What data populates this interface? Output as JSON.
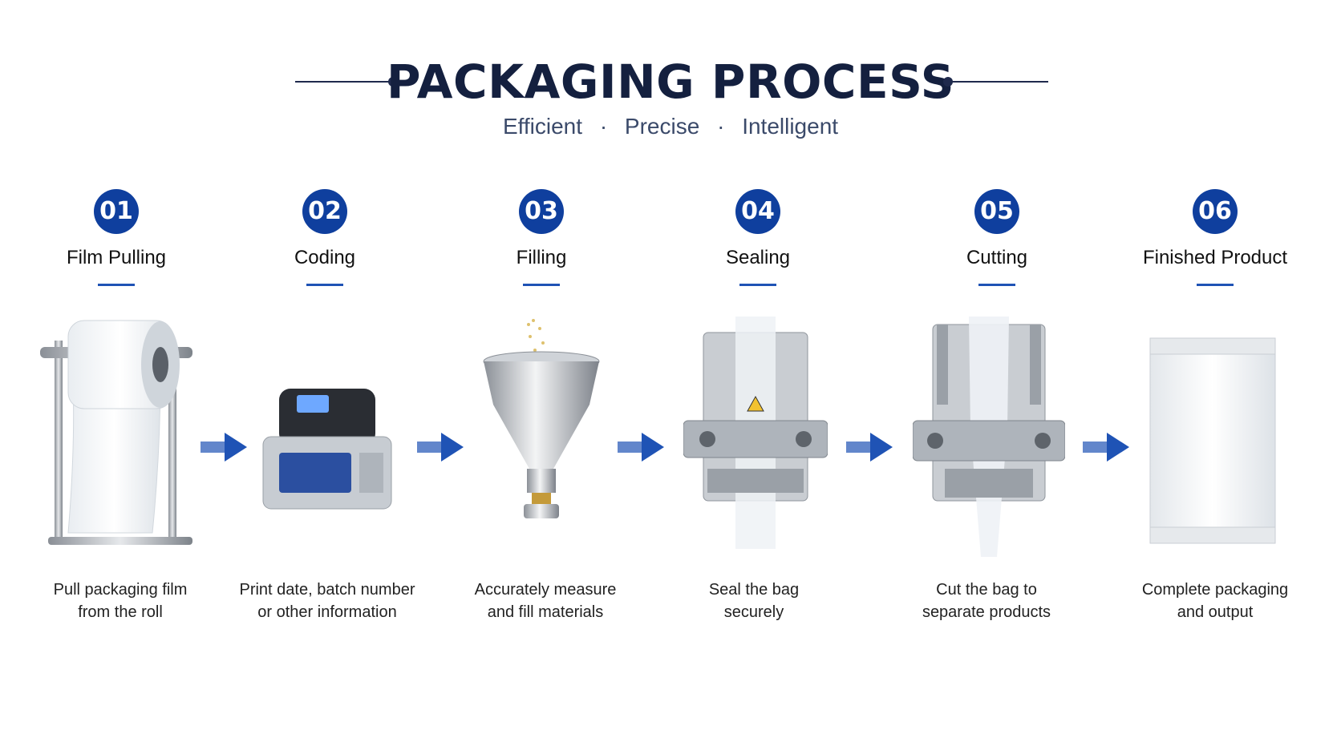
{
  "header": {
    "title": "PACKAGING PROCESS",
    "subtitle_parts": [
      "Efficient",
      "Precise",
      "Intelligent"
    ],
    "subtitle_separator": "·"
  },
  "colors": {
    "badge": "#0f3f9e",
    "arrow": "#1f53b5",
    "title": "#14203f"
  },
  "steps": [
    {
      "number": "01",
      "title": "Film Pulling",
      "desc_line1": "Pull packaging film",
      "desc_line2": "from the roll",
      "icon": "film-roll-icon"
    },
    {
      "number": "02",
      "title": "Coding",
      "desc_line1": "Print date, batch number",
      "desc_line2": "or other information",
      "icon": "coding-printer-icon"
    },
    {
      "number": "03",
      "title": "Filling",
      "desc_line1": "Accurately measure",
      "desc_line2": "and fill materials",
      "icon": "hopper-icon"
    },
    {
      "number": "04",
      "title": "Sealing",
      "desc_line1": "Seal the bag",
      "desc_line2": "securely",
      "icon": "sealing-unit-icon"
    },
    {
      "number": "05",
      "title": "Cutting",
      "desc_line1": "Cut the bag to",
      "desc_line2": "separate products",
      "icon": "cutting-unit-icon"
    },
    {
      "number": "06",
      "title": "Finished Product",
      "desc_line1": "Complete packaging",
      "desc_line2": "and output",
      "icon": "packaged-bag-icon"
    }
  ]
}
